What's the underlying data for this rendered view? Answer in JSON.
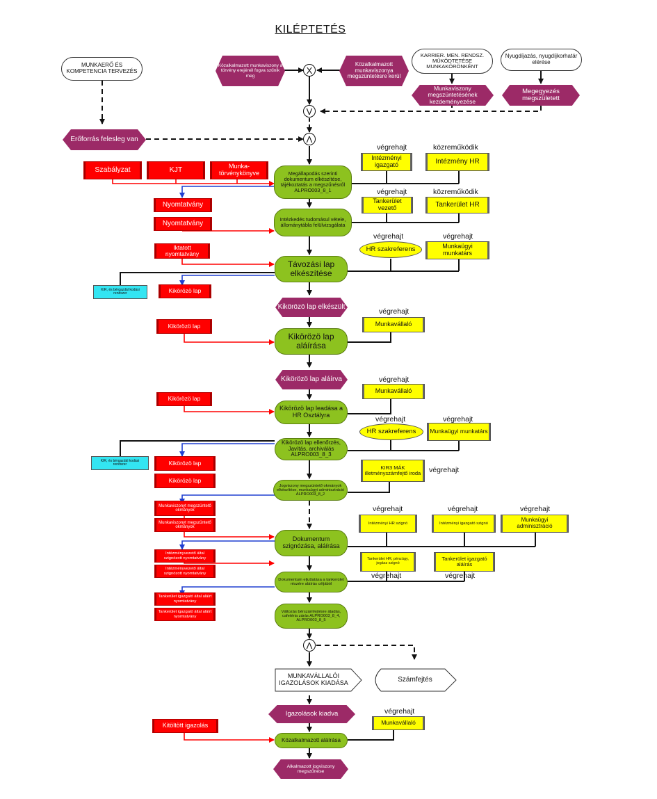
{
  "title": "KILÉPTETÉS",
  "colors": {
    "process": "#8dc21f",
    "event": "#9c2a67",
    "document": "#ff0000",
    "role": "#ffff00",
    "system": "#33e5f2",
    "flow_black": "#111111",
    "flow_red": "#ff0000",
    "flow_blue": "#1f3fd0"
  },
  "top": {
    "planning": "MUNKAERŐ ÉS KOMPETENCIA TERVEZÉS",
    "event_law": "Közalkalmazott munkaviszony a törvény erejénél fogva szűnik meg",
    "event_term": "Közalkalmazott munkaviszonya megszüntetésre kerül",
    "career": "KARRIER. MEN. RENDSZ. MŰKÖDTETÉSE MUNKAKÖRÖNKÉNT",
    "pension": "Nyugdíjazás, nyugdíjkorhatár elérése",
    "event_init": "Munkaviszony megszüntetésének kezdeményezése",
    "event_agree": "Megegyezés megszületett",
    "event_surplus": "Erőforrás felesleg van"
  },
  "gates": {
    "xor": "X",
    "or": "V",
    "and": "Λ",
    "and2": "Λ"
  },
  "docs": {
    "szabalyzat": "Szabályzat",
    "kjt": "KJT",
    "munka_tv": "Munka-törvénykönyve",
    "nyomt1": "Nyomtatvány",
    "nyomt2": "Nyomtatvány",
    "iktatott": "Iktatott nyomtatvány",
    "kikor1": "Kikörözö lap",
    "kikor2": "Kikörözö lap",
    "kikor3": "Kikörözö lap",
    "kikor4": "Kikörözö lap",
    "kikor5": "Kikörözö lap",
    "munkav1": "Munkaviszonyt megszüntető okmányok",
    "munkav2": "Munkaviszonyt megszüntető okmányok",
    "intvez1": "Intézményvezető által szignózott nyomtatvány",
    "intvez2": "Intézményvezető által szignózott nyomtatvány",
    "tankig1": "Tankerület igazgató által aláírt nyomtatvány",
    "tankig2": "Tankerület igazgató által aláírt nyomtatvány",
    "kitoltott": "Kitöltött igazolás"
  },
  "systems": {
    "kir1": "KIR, és bérgazdál kodási rendszer",
    "kir2": "KIR, és bérgazdál kodási rendszer"
  },
  "processes": {
    "p1": "Megállapodás szerinti dokumentum elkészítése, tájékoztatás a megszűnésről ALPRO003_8_1",
    "p2": "Intézkedés tudomásul vétele, állománytábla felülvizsgálata",
    "p3": "Távozási lap elkészítése",
    "p4": "Kikörözö lap aláírása",
    "p5": "Kikörözö lap leadása a HR Osztályra",
    "p6": "Kikörözö lap ellenőrzés, Javítás, archiválás ALPRO003_8_3",
    "p7": "Jogviszony megszüntető okmányok elkészítése, munkaügyi adminisztráció ALPRO003_8_2",
    "p8": "Dokumentum szignózása, aláírása",
    "p9": "Dokumentum eljuttatása a tankerület részére aláírás céljából",
    "p10": "Változás bérszámfejtésre átadás, cafetéria zárás ALPRO003_8_4, ALPRO003_8_5",
    "p11": "Közalkalmazott aláírása"
  },
  "events": {
    "e1": "Kikörözö lap elkészült",
    "e2": "Kikörözö lap aláírva",
    "e3": "Igazolások kiadva",
    "e4": "Alkalmazott jogviszony megszűnése"
  },
  "roles": {
    "r1": "Intézményi igazgató",
    "r2": "Intézmény HR",
    "r3": "Tankerület vezető",
    "r4": "Tankerület HR",
    "r5": "HR szakreferens",
    "r6": "Munkaügyi munkatárs",
    "r7": "Munkavállaló",
    "r8": "Munkavállaló",
    "r9": "HR szakreferens",
    "r10": "Munkaügyi munkatárs",
    "r11": "KIR3 MÁK illetményszámfejtő iroda",
    "r12": "Intézményi HR szignó",
    "r13": "Intézményi igazgató szignó",
    "r14": "Munkaügyi adminisztráció",
    "r15": "Tankerület HR, pénzügy, jogász szignó",
    "r16": "Tankerület igazgató aláírás",
    "r17": "Munkavállaló"
  },
  "role_labels": {
    "l1": "végrehajt",
    "l2": "közreműködik",
    "l3": "végrehajt",
    "l4": "közreműködik",
    "l5": "végrehajt",
    "l6": "végrehajt",
    "l7": "végrehajt",
    "l8": "végrehajt",
    "l9": "végrehajt",
    "l10": "végrehajt",
    "l11": "végrehajt",
    "l12": "végrehajt",
    "l13": "végrehajt",
    "l14": "végrehajt",
    "l15": "végrehajt",
    "l16": "végrehajt",
    "l17": "végrehajt"
  },
  "outputs": {
    "o1": "MUNKAVÁLLALÓI IGAZOLÁSOK KIADÁSA",
    "o2": "Számfejtés"
  }
}
